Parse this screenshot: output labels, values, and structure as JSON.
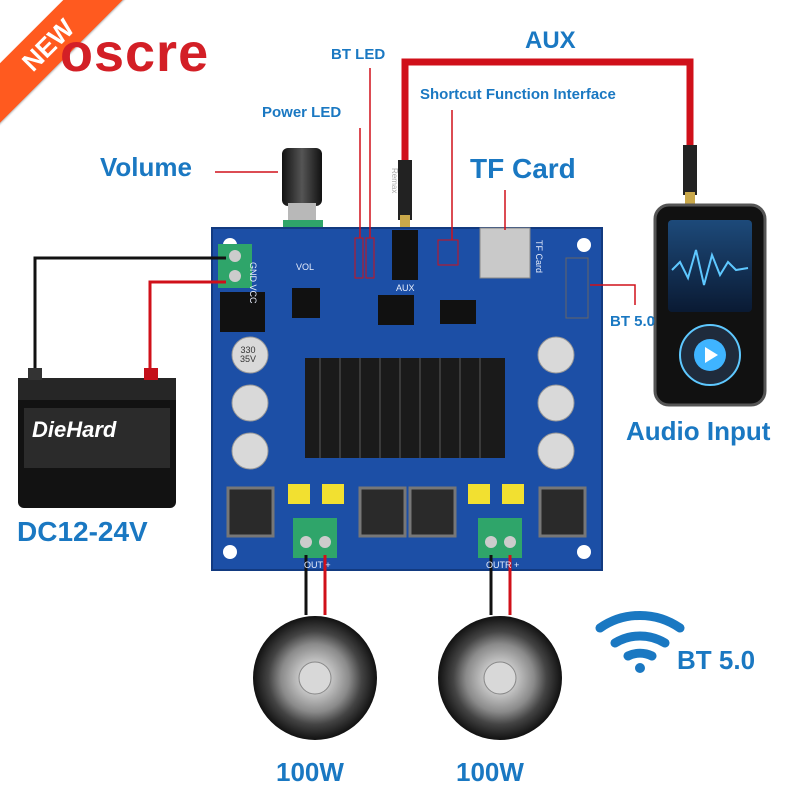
{
  "badge": {
    "text": "NEW"
  },
  "brand": {
    "text": "oscre"
  },
  "labels": {
    "volume": "Volume",
    "power_led": "Power LED",
    "bt_led": "BT LED",
    "aux": "AUX",
    "shortcut": "Shortcut Function Interface",
    "tf_card": "TF Card",
    "bt50_small": "BT 5.0",
    "audio_input": "Audio Input",
    "dc_voltage": "DC12-24V",
    "bt50_big": "BT 5.0",
    "speaker_left": "100W",
    "speaker_right": "100W"
  },
  "battery": {
    "brand": "DieHard"
  },
  "board": {
    "silk_vol": "VOL",
    "silk_gnd_vcc": "GND VCC",
    "silk_aux": "AUX",
    "silk_tf": "TF Card",
    "silk_out_left": "OUT +",
    "silk_out_right": "OUTR +",
    "capacitor": [
      "330",
      "35V"
    ]
  },
  "phone": {
    "brand": "Remax"
  },
  "colors": {
    "label_blue": "#1a78c2",
    "brand_red": "#d31f26",
    "wire_red": "#d0101a",
    "pcb_blue": "#1c4fa6",
    "badge_orange": "#ff5a1f"
  }
}
